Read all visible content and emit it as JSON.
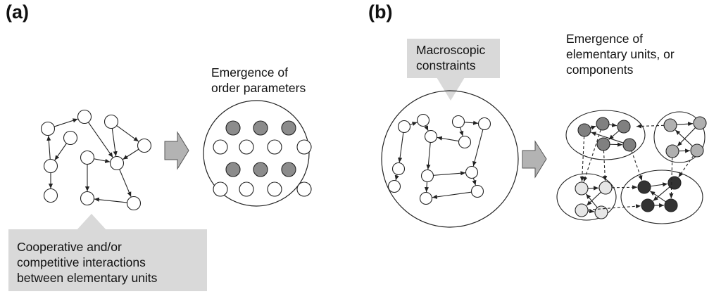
{
  "panels": {
    "a": {
      "label": "(a)",
      "right_caption": [
        "Emergence of",
        "order parameters"
      ],
      "bottom_callout": [
        "Cooperative and/or",
        "competitive interactions",
        "between elementary units"
      ]
    },
    "b": {
      "label": "(b)",
      "top_callout": [
        "Macroscopic",
        "constraints"
      ],
      "right_caption": [
        "Emergence of",
        "elementary units, or",
        "components"
      ]
    }
  },
  "colors": {
    "callout_fill": "#d9d9d9",
    "arrow_fill": "#b3b3b3",
    "node_fill": "#ffffff",
    "node_stroke": "#222222",
    "order_parameter_fill": "#8c8c8c",
    "cluster_dark_gray": "#808080",
    "cluster_light_gray": "#b0b0b0",
    "cluster_very_light": "#e6e6e6",
    "cluster_black": "#333333"
  }
}
